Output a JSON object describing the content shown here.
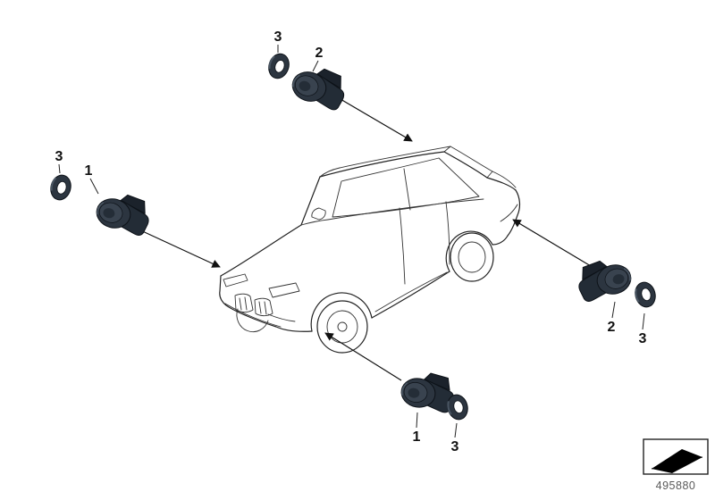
{
  "diagram": {
    "part_number": "495880",
    "callouts": {
      "top_ring": "3",
      "top_sensor": "2",
      "left_ring": "3",
      "left_sensor": "1",
      "right_sensor": "2",
      "right_ring": "3",
      "bottom_sensor": "1",
      "bottom_ring": "3"
    },
    "colors": {
      "sensor_body": "#2c3540",
      "sensor_face": "#39434f",
      "sensor_shadow": "#1b222b",
      "outline": "#222222",
      "part_number_text": "#5a5a5a"
    }
  }
}
